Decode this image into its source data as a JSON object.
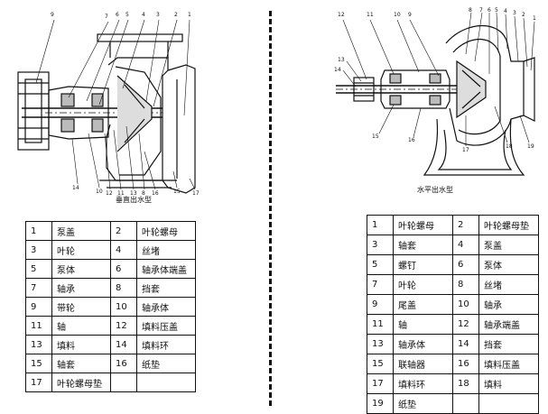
{
  "left": {
    "caption": "垂直出水型",
    "callouts": [
      "9",
      "7",
      "6",
      "5",
      "4",
      "3",
      "2",
      "1",
      "14",
      "10",
      "12",
      "11",
      "13",
      "8",
      "16",
      "15",
      "17"
    ],
    "table": [
      [
        {
          "n": "1",
          "name": "泵盖"
        },
        {
          "n": "2",
          "name": "叶轮螺母"
        }
      ],
      [
        {
          "n": "3",
          "name": "叶轮"
        },
        {
          "n": "4",
          "name": "丝堵"
        }
      ],
      [
        {
          "n": "5",
          "name": "泵体"
        },
        {
          "n": "6",
          "name": "轴承体端盖"
        }
      ],
      [
        {
          "n": "7",
          "name": "轴承"
        },
        {
          "n": "8",
          "name": "挡套"
        }
      ],
      [
        {
          "n": "9",
          "name": "带轮"
        },
        {
          "n": "10",
          "name": "轴承体"
        }
      ],
      [
        {
          "n": "11",
          "name": "轴"
        },
        {
          "n": "12",
          "name": "填料压盖"
        }
      ],
      [
        {
          "n": "13",
          "name": "填料"
        },
        {
          "n": "14",
          "name": "填料环"
        }
      ],
      [
        {
          "n": "15",
          "name": "轴套"
        },
        {
          "n": "16",
          "name": "纸垫"
        }
      ],
      [
        {
          "n": "17",
          "name": "叶轮螺母垫"
        },
        {
          "n": "",
          "name": ""
        }
      ]
    ]
  },
  "right": {
    "caption": "水平出水型",
    "callouts": [
      "12",
      "11",
      "10",
      "9",
      "8",
      "7",
      "6",
      "5",
      "4",
      "3",
      "2",
      "1",
      "13",
      "14",
      "15",
      "16",
      "17",
      "18",
      "19"
    ],
    "table": [
      [
        {
          "n": "1",
          "name": "叶轮螺母"
        },
        {
          "n": "2",
          "name": "叶轮螺母垫"
        }
      ],
      [
        {
          "n": "3",
          "name": "轴套"
        },
        {
          "n": "4",
          "name": "泵盖"
        }
      ],
      [
        {
          "n": "5",
          "name": "螺钉"
        },
        {
          "n": "6",
          "name": "泵体"
        }
      ],
      [
        {
          "n": "7",
          "name": "叶轮"
        },
        {
          "n": "8",
          "name": "丝堵"
        }
      ],
      [
        {
          "n": "9",
          "name": "尾盖"
        },
        {
          "n": "10",
          "name": "轴承"
        }
      ],
      [
        {
          "n": "11",
          "name": "轴"
        },
        {
          "n": "12",
          "name": "轴承端盖"
        }
      ],
      [
        {
          "n": "13",
          "name": "轴承体"
        },
        {
          "n": "14",
          "name": "挡套"
        }
      ],
      [
        {
          "n": "15",
          "name": "联轴器"
        },
        {
          "n": "16",
          "name": "填料压盖"
        }
      ],
      [
        {
          "n": "17",
          "name": "填料环"
        },
        {
          "n": "18",
          "name": "填料"
        }
      ],
      [
        {
          "n": "19",
          "name": "纸垫"
        },
        {
          "n": "",
          "name": ""
        }
      ]
    ]
  }
}
